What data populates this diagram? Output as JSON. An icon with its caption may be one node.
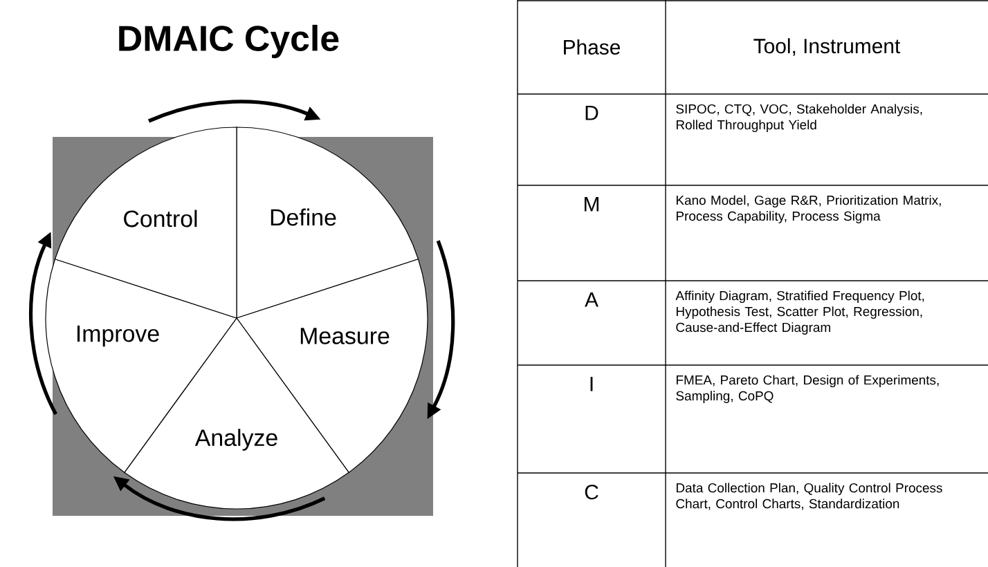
{
  "diagram": {
    "title": "DMAIC Cycle",
    "nodes": [
      {
        "text": [
          "Define"
        ]
      },
      {
        "text": [
          "Measure"
        ]
      },
      {
        "text": [
          "Analyze"
        ]
      },
      {
        "text": [
          "Improve"
        ]
      },
      {
        "text": [
          "Control"
        ]
      }
    ],
    "edges": [
      {
        "from": 4,
        "to": 0,
        "arrow": "to"
      },
      {
        "from": 0,
        "to": 1,
        "arrow": "to"
      },
      {
        "from": 2,
        "to": 3,
        "arrow": "to"
      },
      {
        "from": 3,
        "to": 4,
        "arrow": "to"
      }
    ],
    "labels": [
      "Phase",
      "Tool, Instrument",
      "D",
      "SIPOC, CTQ, VOC, Stakeholder Analysis, Rolled Throughput Yield",
      "M",
      "Kano Model, Gage R&R, Prioritization Matrix, Process Capability, Process Sigma",
      "A",
      "Affinity Diagram, Stratified Frequency Plot, Hypothesis Test, Scatter Plot, Regression, Cause-and-Effect Diagram",
      "I",
      "FMEA, Pareto Chart, Design of Experiments, Sampling, CoPQ",
      "C",
      "Data Collection Plan, Quality Control Process Chart, Control Charts, Standardization"
    ]
  }
}
